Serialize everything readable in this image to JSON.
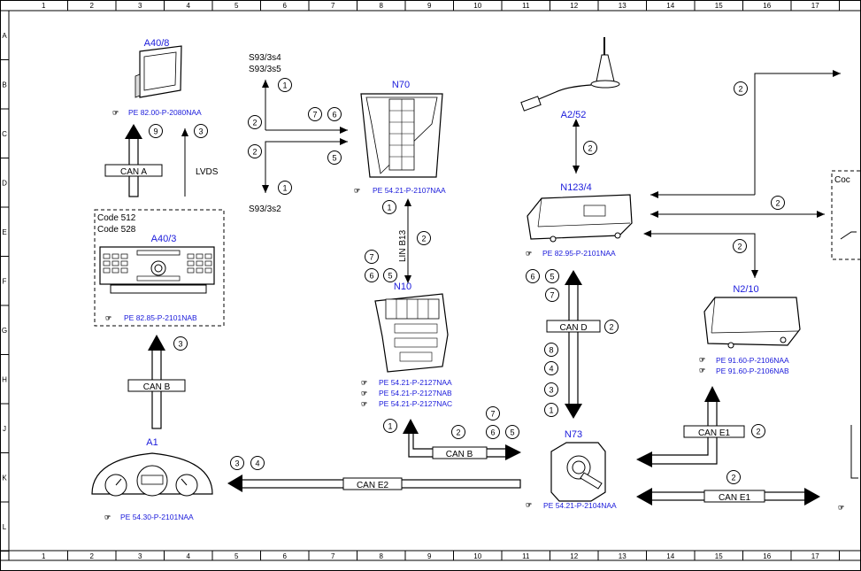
{
  "grid": {
    "columns": [
      "1",
      "2",
      "3",
      "4",
      "5",
      "6",
      "7",
      "8",
      "9",
      "10",
      "11",
      "12",
      "13",
      "14",
      "15",
      "16",
      "17"
    ],
    "rows": [
      "A",
      "B",
      "C",
      "D",
      "E",
      "F",
      "G",
      "H",
      "J",
      "K",
      "L"
    ]
  },
  "components": {
    "a40_8": {
      "name": "A40/8",
      "ref": "PE 82.00-P-2080NAA"
    },
    "a40_3": {
      "name": "A40/3",
      "code1": "Code 512",
      "code2": "Code 528",
      "ref": "PE 82.85-P-2101NAB"
    },
    "a1": {
      "name": "A1",
      "ref": "PE 54.30-P-2101NAA"
    },
    "n70": {
      "name": "N70",
      "ref": "PE 54.21-P-2107NAA"
    },
    "n10": {
      "name": "N10",
      "ref1": "PE 54.21-P-2127NAA",
      "ref2": "PE 54.21-P-2127NAB",
      "ref3": "PE 54.21-P-2127NAC"
    },
    "a2_52": {
      "name": "A2/52"
    },
    "n123_4": {
      "name": "N123/4",
      "ref": "PE 82.95-P-2101NAA"
    },
    "n2_10": {
      "name": "N2/10",
      "ref1": "PE 91.60-P-2106NAA",
      "ref2": "PE 91.60-P-2106NAB"
    },
    "n73": {
      "name": "N73",
      "ref": "PE 54.21-P-2104NAA"
    },
    "right_box": {
      "code": "Coc"
    }
  },
  "labels": {
    "can_a": "CAN A",
    "can_b_left": "CAN B",
    "can_b_mid": "CAN B",
    "can_d": "CAN D",
    "can_e1_top": "CAN E1",
    "can_e1_bottom": "CAN E1",
    "can_e2": "CAN E2",
    "lvds": "LVDS",
    "lin_b13": "LIN B13",
    "s93_top1": "S93/3s4",
    "s93_top2": "S93/3s5",
    "s93_bottom": "S93/3s2"
  },
  "markers": {
    "m9": "9",
    "m3a": "3",
    "m1_s93t": "1",
    "m2_s93t": "2",
    "m7_n70": "7",
    "m6_n70": "6",
    "m2_s93b": "2",
    "m5_s93b": "5",
    "m1_s93b": "1",
    "m3_a40_3": "3",
    "m1_lin": "1",
    "m2_lin": "2",
    "m7_n10": "7",
    "m6_n10": "6",
    "m5_n10": "5",
    "m2_a252": "2",
    "m2_topright": "2",
    "m2_mid": "2",
    "m2_n210": "2",
    "m6_cand": "6",
    "m5_cand": "5",
    "m7_cand": "7",
    "m2_cand": "2",
    "m8": "8",
    "m4": "4",
    "m3_cand": "3",
    "m1_cand": "1",
    "m1_canb": "1",
    "m2_canb": "2",
    "m7_canb": "7",
    "m6_canb": "6",
    "m5_canb": "5",
    "m3_e2": "3",
    "m4_e2": "4",
    "m2_e1": "2",
    "m2_e1b": "2"
  },
  "colors": {
    "name": "#1a1adb",
    "line": "#000000",
    "frame": "#000000"
  }
}
